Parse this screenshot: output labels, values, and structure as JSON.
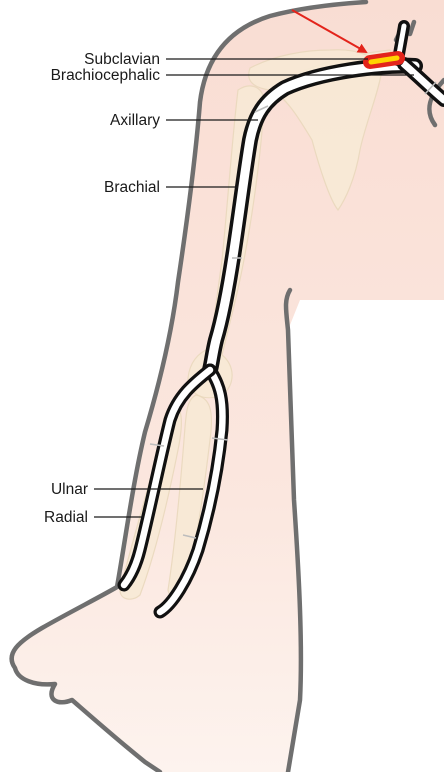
{
  "diagram": {
    "labels": {
      "subclavian": "Subclavian",
      "brachiocephalic": "Brachiocephalic",
      "axillary": "Axillary",
      "brachial": "Brachial",
      "ulnar": "Ulnar",
      "radial": "Radial"
    },
    "colors": {
      "skin_top": "#f9ddd3",
      "skin_bottom": "#fdf3ee",
      "outline": "#6f6f6f",
      "vessel_wall": "#111111",
      "vessel_lumen": "#ffffff",
      "bone": "#f8ead6",
      "highlight_outer": "#e3241b",
      "highlight_inner": "#ffd400",
      "arrow": "#e3241b"
    }
  }
}
